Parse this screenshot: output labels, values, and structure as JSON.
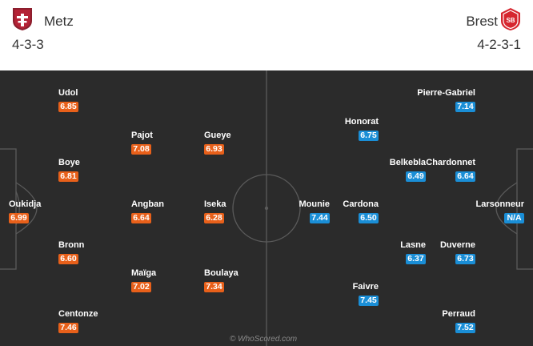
{
  "colors": {
    "pitch": "#2b2b2b",
    "home_rating": "#e8601a",
    "away_rating": "#1a8ed6"
  },
  "home": {
    "name": "Metz",
    "formation": "4-3-3",
    "crest_icon": "metz-crest-icon",
    "players": [
      {
        "name": "Udol",
        "rating": "6.85"
      },
      {
        "name": "Pajot",
        "rating": "7.08"
      },
      {
        "name": "Gueye",
        "rating": "6.93"
      },
      {
        "name": "Boye",
        "rating": "6.81"
      },
      {
        "name": "Oukidja",
        "rating": "6.99"
      },
      {
        "name": "Angban",
        "rating": "6.64"
      },
      {
        "name": "Iseka",
        "rating": "6.28"
      },
      {
        "name": "Bronn",
        "rating": "6.60"
      },
      {
        "name": "Maïga",
        "rating": "7.02"
      },
      {
        "name": "Boulaya",
        "rating": "7.34"
      },
      {
        "name": "Centonze",
        "rating": "7.46"
      }
    ]
  },
  "away": {
    "name": "Brest",
    "formation": "4-2-3-1",
    "crest_icon": "brest-crest-icon",
    "players": [
      {
        "name": "Pierre-Gabriel",
        "rating": "7.14"
      },
      {
        "name": "Honorat",
        "rating": "6.75"
      },
      {
        "name": "Belkebla",
        "rating": "6.49"
      },
      {
        "name": "Chardonnet",
        "rating": "6.64"
      },
      {
        "name": "Mounie",
        "rating": "7.44"
      },
      {
        "name": "Cardona",
        "rating": "6.50"
      },
      {
        "name": "Larsonneur",
        "rating": "N/A"
      },
      {
        "name": "Lasne",
        "rating": "6.37"
      },
      {
        "name": "Duverne",
        "rating": "6.73"
      },
      {
        "name": "Faivre",
        "rating": "7.45"
      },
      {
        "name": "Perraud",
        "rating": "7.52"
      }
    ]
  },
  "watermark": "© WhoScored.com"
}
